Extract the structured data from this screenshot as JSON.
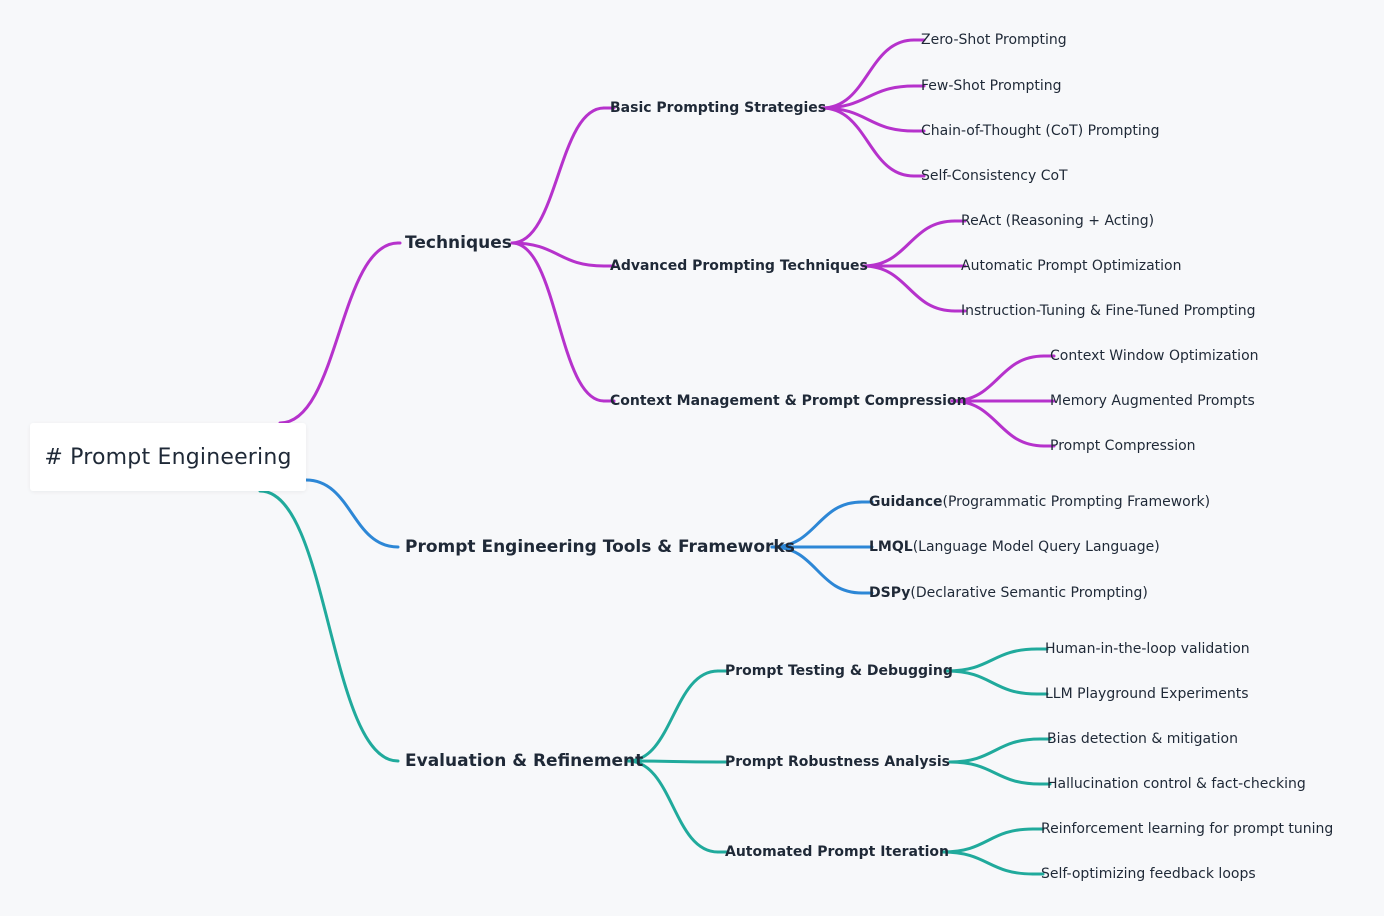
{
  "mindmap": {
    "root": "# Prompt Engineering",
    "colors": {
      "techniques": "#b632cc",
      "tools": "#2d87d6",
      "evaluation": "#20aa9c"
    },
    "techniques": {
      "label": "Techniques",
      "basic": {
        "label": "Basic Prompting Strategies",
        "items": [
          "Zero-Shot Prompting",
          "Few-Shot Prompting",
          "Chain-of-Thought (CoT) Prompting",
          "Self-Consistency CoT"
        ]
      },
      "advanced": {
        "label": "Advanced Prompting Techniques",
        "items": [
          "ReAct (Reasoning + Acting)",
          "Automatic Prompt Optimization",
          "Instruction-Tuning & Fine-Tuned Prompting"
        ]
      },
      "context": {
        "label": "Context Management & Prompt Compression",
        "items": [
          "Context Window Optimization",
          "Memory Augmented Prompts",
          "Prompt Compression"
        ]
      }
    },
    "tools": {
      "label": "Prompt Engineering Tools & Frameworks",
      "items": [
        {
          "name": "Guidance",
          "desc": "(Programmatic Prompting Framework)"
        },
        {
          "name": "LMQL",
          "desc": "(Language Model Query Language)"
        },
        {
          "name": "DSPy",
          "desc": "(Declarative Semantic Prompting)"
        }
      ]
    },
    "evaluation": {
      "label": "Evaluation & Refinement",
      "testing": {
        "label": "Prompt Testing & Debugging",
        "items": [
          "Human-in-the-loop validation",
          "LLM Playground Experiments"
        ]
      },
      "robustness": {
        "label": "Prompt Robustness Analysis",
        "items": [
          "Bias detection & mitigation",
          "Hallucination control & fact-checking"
        ]
      },
      "iteration": {
        "label": "Automated Prompt Iteration",
        "items": [
          "Reinforcement learning for prompt tuning",
          "Self-optimizing feedback loops"
        ]
      }
    }
  }
}
